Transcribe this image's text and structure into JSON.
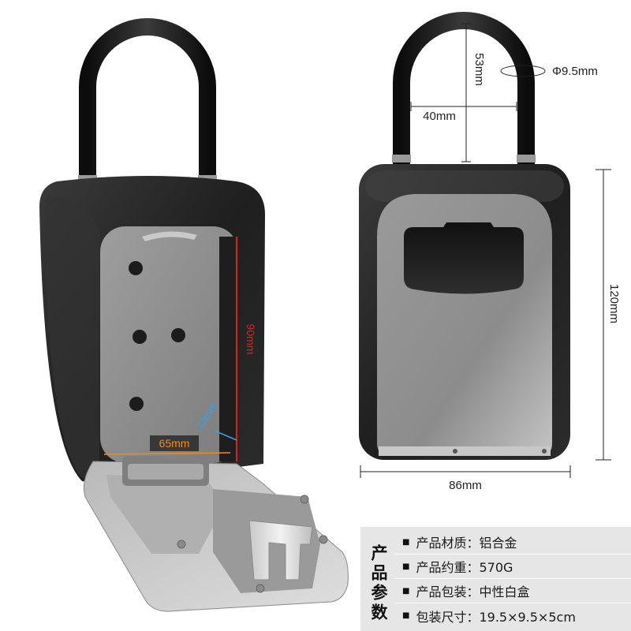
{
  "dimensions": {
    "shackle_diameter": "Φ9.5mm",
    "shackle_height": "53mm",
    "shackle_inner_width": "40mm",
    "body_height": "120mm",
    "body_width": "86mm",
    "interior_height": "90mm",
    "interior_depth": "33mm",
    "interior_width": "65mm"
  },
  "specs": {
    "heading": "产品参数",
    "bullet": "■",
    "rows": [
      {
        "text": "产品材质：铝合金"
      },
      {
        "text": "产品约重：570G"
      },
      {
        "text": "产品包装：中性白盒"
      },
      {
        "text": "包装尺寸：19.5×9.5×5cm"
      }
    ]
  },
  "colors": {
    "interior_height_line": "#e0201e",
    "interior_depth_line": "#3a9fe0",
    "interior_width_line": "#f08a1a",
    "spec_panel_bg": "#e6e6e6"
  }
}
